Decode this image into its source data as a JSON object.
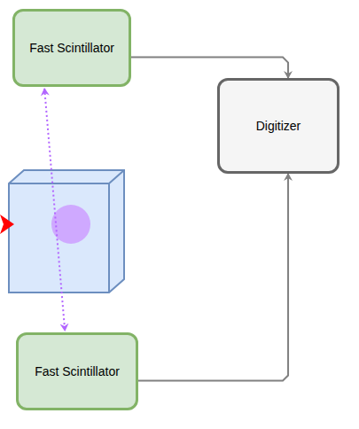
{
  "diagram": {
    "nodes": [
      {
        "text": [
          "Fast Scintillator"
        ]
      },
      {
        "text": [
          "Digitizer"
        ]
      },
      {
        "text": [
          "Fast Scintillator"
        ]
      }
    ],
    "edges": [
      {
        "from": 0,
        "to": 1,
        "arrow": "to"
      },
      {
        "from": 2,
        "to": 1,
        "arrow": "to"
      },
      {
        "from": 0,
        "to": 2,
        "arrow": "both"
      }
    ]
  }
}
